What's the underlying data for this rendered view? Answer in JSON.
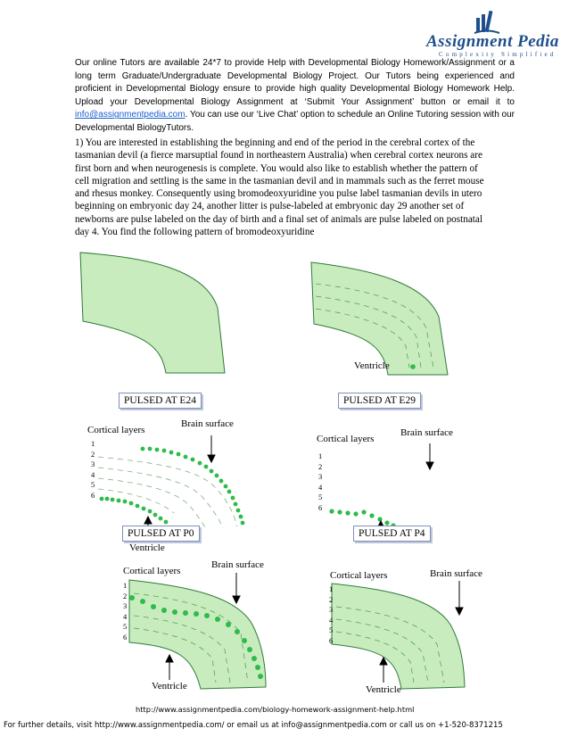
{
  "logo": {
    "brand": "Assignment Pedia",
    "tagline": "Complexity Simplified"
  },
  "intro": {
    "text_before": "Our online Tutors are available 24*7 to provide Help with Developmental Biology Homework/Assignment or a long term Graduate/Undergraduate Developmental Biology Project. Our Tutors being experienced and proficient in Developmental Biology ensure to provide high quality Developmental Biology Homework Help. Upload your Developmental Biology Assignment at ‘Submit Your Assignment’ button or email it to ",
    "email": "info@assignmentpedia.com",
    "text_after": ". You can use our ‘Live Chat’ option to schedule an Online Tutoring session with our Developmental BiologyTutors."
  },
  "question": "1) You are interested in establishing the beginning and end of the period in the cerebral cortex of the tasmanian devil (a fierce marsuptial found in northeastern Australia) when cerebral cortex neurons are first born and when neurogenesis  is complete. You would also like to establish whether the pattern of cell migration and settling is the same in the tasmanian devil  and in mammals such as the ferret mouse and rhesus monkey. Consequently using bromodeoxyuridine you pulse label tasmanian devils in utero beginning on embryonic day 24, another litter is pulse-labeled at embryonic day 29 another set of newborns are pulse labeled on the day of birth and a final set of animals are pulse labeled on postnatal day 4. You find the following pattern of bromodeoxyuridine",
  "figure": {
    "ventricle": "Ventricle",
    "cortical_layers": "Cortical layers",
    "brain_surface": "Brain surface",
    "layer_numbers": [
      "1",
      "2",
      "3",
      "4",
      "5",
      "6"
    ],
    "pulses": {
      "e24": "PULSED AT E24",
      "e29": "PULSED AT E29",
      "p0": "PULSED AT P0",
      "p4": "PULSED AT P4"
    }
  },
  "source_url": "http://www.assignmentpedia.com/biology-homework-assignment-help.html",
  "footer": "For further details, visit http://www.assignmentpedia.com/ or email us at info@assignmentpedia.com or call us on +1-520-8371215",
  "colors": {
    "tissue": "#c8ecbe",
    "outline": "#2f7a3a",
    "dots": "#2dbb4a",
    "link": "#1a5fd0",
    "brand": "#1e4f8c"
  }
}
